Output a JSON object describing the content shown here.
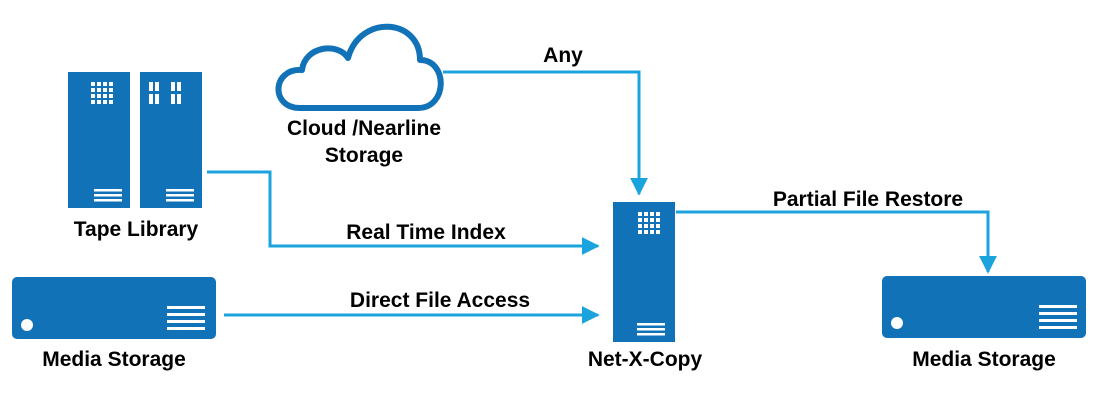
{
  "nodes": {
    "cloud": {
      "label_line1": "Cloud /Nearline",
      "label_line2": "Storage",
      "icon": "cloud-icon"
    },
    "tape_library": {
      "label": "Tape Library",
      "icon": "tape-library-icon"
    },
    "media_storage_left": {
      "label": "Media Storage",
      "icon": "storage-array-icon"
    },
    "net_x_copy": {
      "label": "Net-X-Copy",
      "icon": "server-tower-icon"
    },
    "media_storage_right": {
      "label": "Media Storage",
      "icon": "storage-array-icon"
    }
  },
  "edges": {
    "cloud_to_netx": {
      "label": "Any"
    },
    "tape_to_netx": {
      "label": "Real Time Index"
    },
    "media_to_netx": {
      "label": "Direct File Access"
    },
    "netx_to_media": {
      "label": "Partial File Restore"
    }
  },
  "colors": {
    "device_fill": "#1172b8",
    "line": "#1aa3dd",
    "text": "#000000"
  }
}
